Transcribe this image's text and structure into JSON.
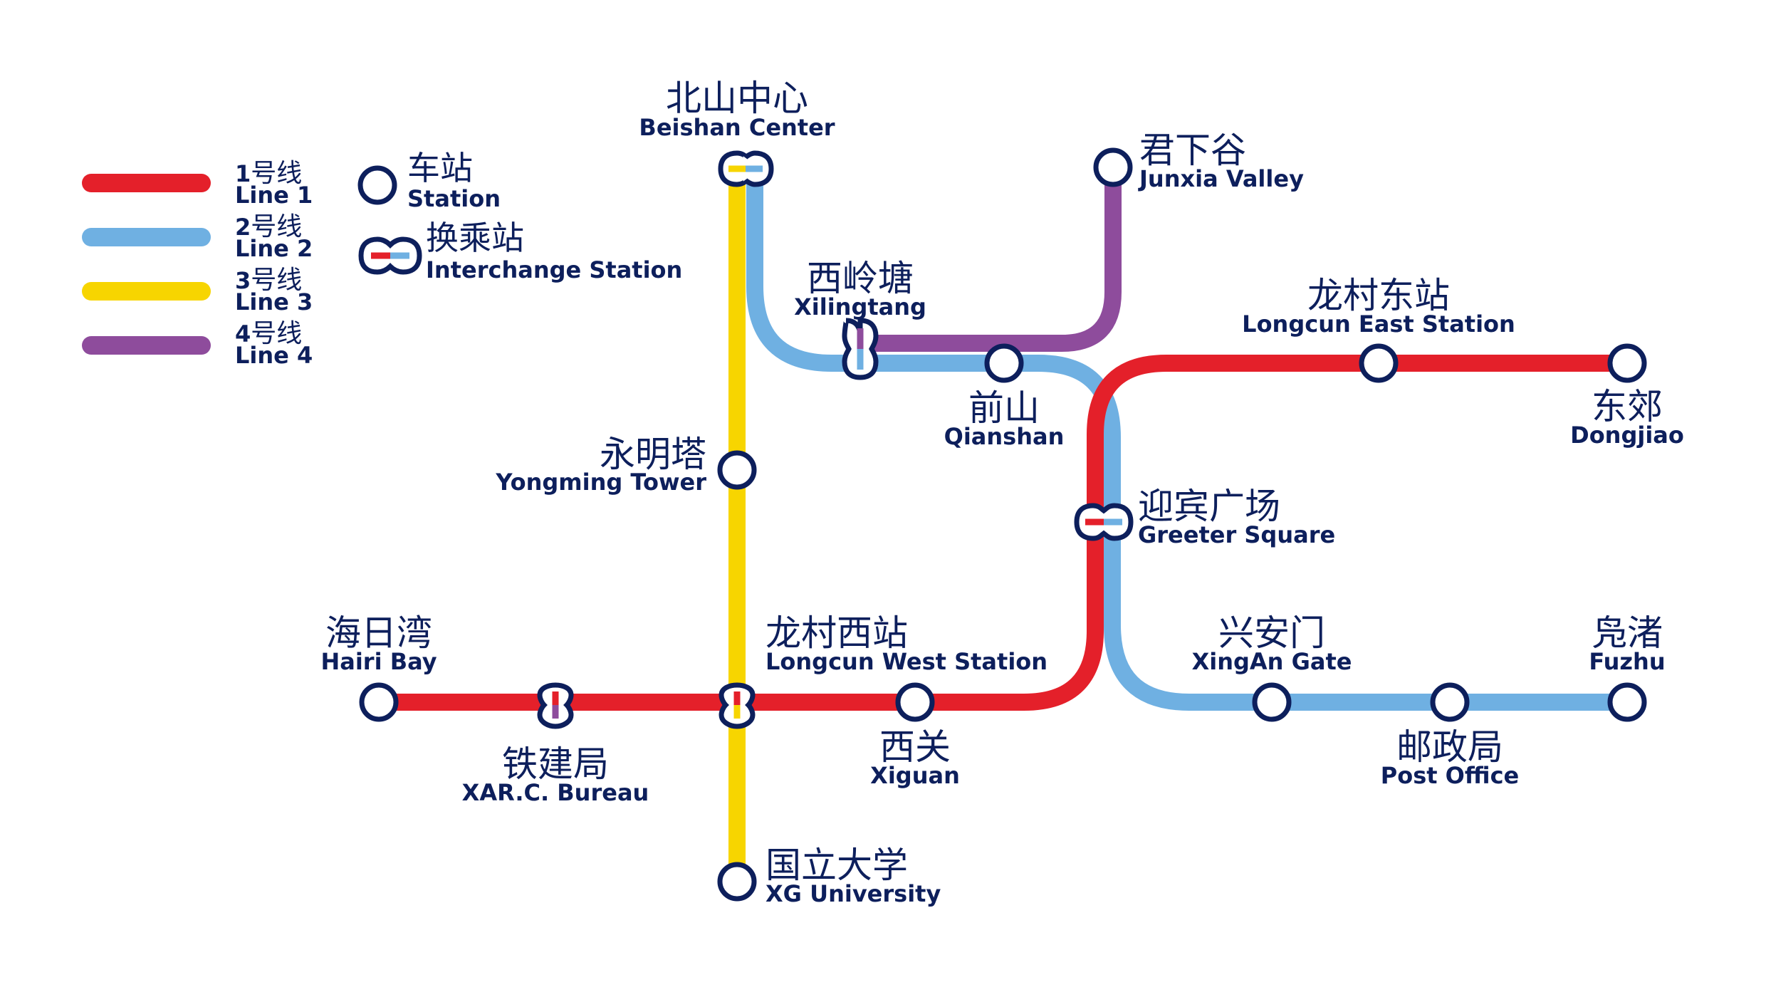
{
  "colors": {
    "line1": "#e4202a",
    "line2": "#6fb0e2",
    "line3": "#f7d500",
    "line4": "#8e4c9c",
    "ink": "#0d1f5c",
    "background": "#ffffff"
  },
  "legend": {
    "lines": [
      {
        "num": "1",
        "cn": "号线",
        "en": "Line 1"
      },
      {
        "num": "2",
        "cn": "号线",
        "en": "Line 2"
      },
      {
        "num": "3",
        "cn": "号线",
        "en": "Line 3"
      },
      {
        "num": "4",
        "cn": "号线",
        "en": "Line 4"
      }
    ],
    "station": {
      "cn": "车站",
      "en": "Station"
    },
    "interchange": {
      "cn": "换乘站",
      "en": "Interchange Station"
    }
  },
  "stations": {
    "beishan": {
      "cn": "北山中心",
      "en": "Beishan Center"
    },
    "junxia": {
      "cn": "君下谷",
      "en": "Junxia Valley"
    },
    "xilingtang": {
      "cn": "西岭塘",
      "en": "Xilingtang"
    },
    "qianshan": {
      "cn": "前山",
      "en": "Qianshan"
    },
    "longcun_east": {
      "cn": "龙村东站",
      "en": "Longcun East Station"
    },
    "dongjiao": {
      "cn": "东郊",
      "en": "Dongjiao"
    },
    "yongming": {
      "cn": "永明塔",
      "en": "Yongming Tower"
    },
    "greeter": {
      "cn": "迎宾广场",
      "en": "Greeter Square"
    },
    "hairi": {
      "cn": "海日湾",
      "en": "Hairi Bay"
    },
    "longcun_west": {
      "cn": "龙村西站",
      "en": "Longcun West Station"
    },
    "xingan": {
      "cn": "兴安门",
      "en": "XingAn Gate"
    },
    "fuzhu": {
      "cn": "凫渚",
      "en": "Fuzhu"
    },
    "tiejian": {
      "cn": "铁建局",
      "en": "XAR.C. Bureau"
    },
    "xiguan": {
      "cn": "西关",
      "en": "Xiguan"
    },
    "post": {
      "cn": "邮政局",
      "en": "Post Office"
    },
    "xg_univ": {
      "cn": "国立大学",
      "en": "XG University"
    }
  }
}
